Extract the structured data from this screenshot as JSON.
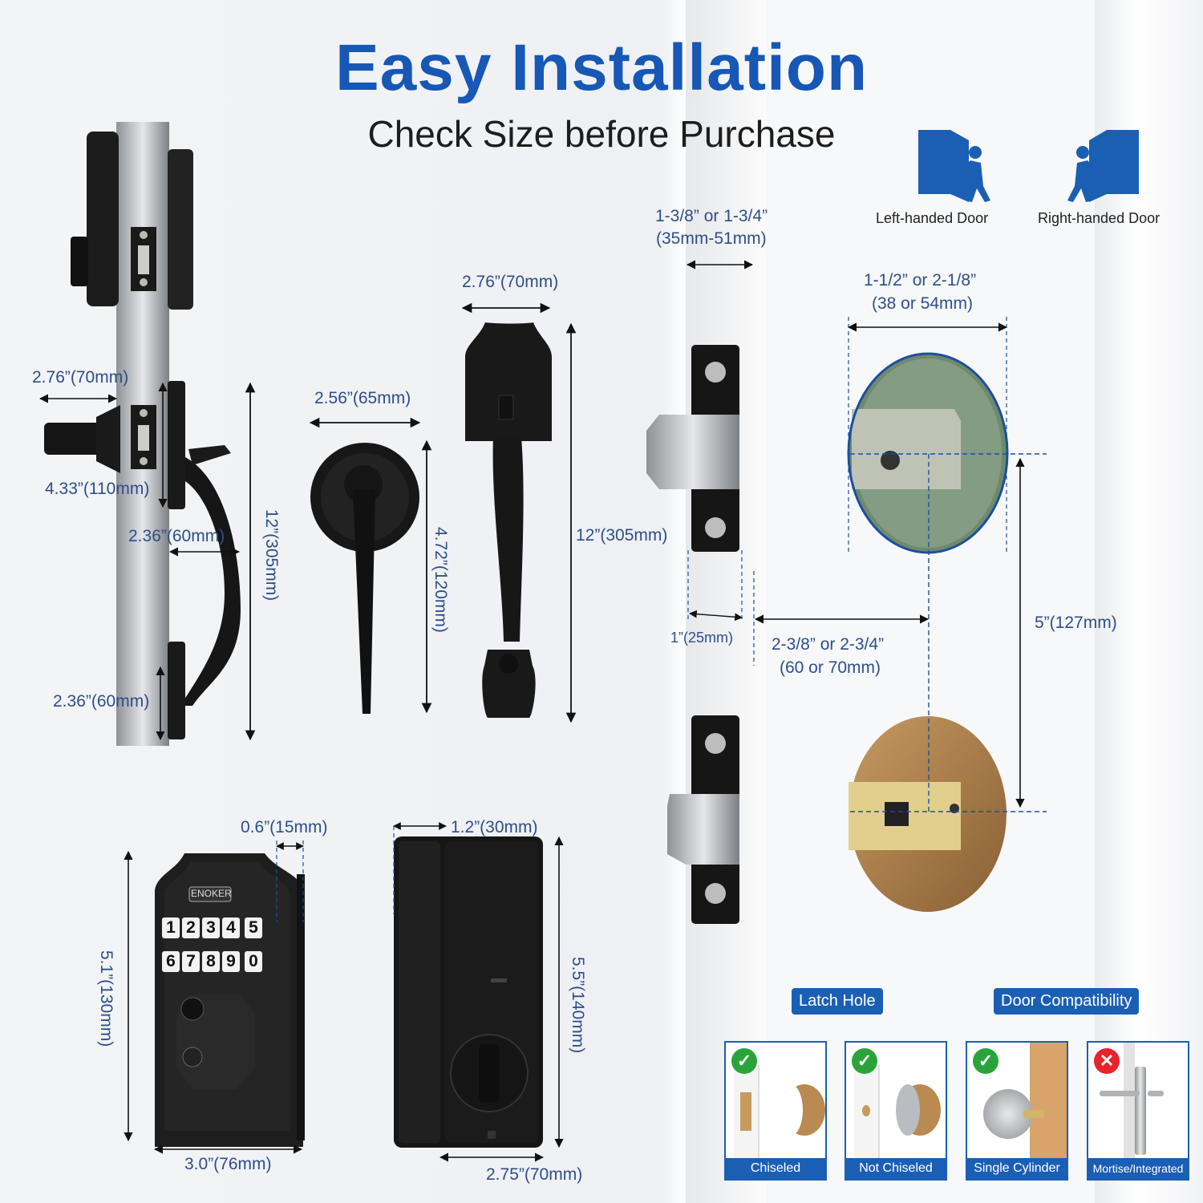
{
  "header": {
    "title": "Easy Installation",
    "subtitle": "Check Size before Purchase"
  },
  "door_types": {
    "left": "Left-handed Door",
    "right": "Right-handed Door"
  },
  "dimensions": {
    "lever_projection": "2.76”(70mm)",
    "lever_rose": "4.33”(110mm)",
    "handle_gap": "2.36”(60mm)",
    "handle_bottom": "2.36”(60mm)",
    "handleset_height": "12”(305mm)",
    "thumb_lever_width": "2.56”(65mm)",
    "thumb_lever_height": "4.72”(120mm)",
    "exterior_top_width": "2.76”(70mm)",
    "exterior_height": "12”(305mm)",
    "door_thickness": "1-3/8” or 1-3/4”",
    "door_thickness_mm": "(35mm-51mm)",
    "bore_hole": "1-1/2” or 2-1/8”",
    "bore_hole_mm": "(38 or 54mm)",
    "latch_face": "1”(25mm)",
    "backset": "2-3/8” or 2-3/4”",
    "backset_mm": "(60 or 70mm)",
    "hole_spacing": "5”(127mm)",
    "keypad_depth": "0.6”(15mm)",
    "keypad_height": "5.1”(130mm)",
    "keypad_width": "3.0”(76mm)",
    "interior_depth": "1.2”(30mm)",
    "interior_height": "5.5”(140mm)",
    "interior_width": "2.75”(70mm)"
  },
  "keypad": {
    "brand": "ENOKER",
    "keys_row1": [
      "1",
      "2",
      "3",
      "4",
      "5"
    ],
    "keys_row2": [
      "6",
      "7",
      "8",
      "9",
      "0"
    ]
  },
  "compatibility": {
    "latch_hole_tag": "Latch Hole",
    "door_compat_tag": "Door Compatibility",
    "cards": [
      {
        "label": "Chiseled",
        "status": "ok"
      },
      {
        "label": "Not Chiseled",
        "status": "ok"
      },
      {
        "label": "Single Cylinder",
        "status": "ok"
      },
      {
        "label": "Mortise/Integrated",
        "status": "no"
      }
    ]
  },
  "colors": {
    "brand_blue": "#1757b5",
    "dimension_blue": "#2c4f8a",
    "ok_green": "#2aa43a",
    "no_red": "#e8232a",
    "hardware_black": "#1a1a1a"
  }
}
